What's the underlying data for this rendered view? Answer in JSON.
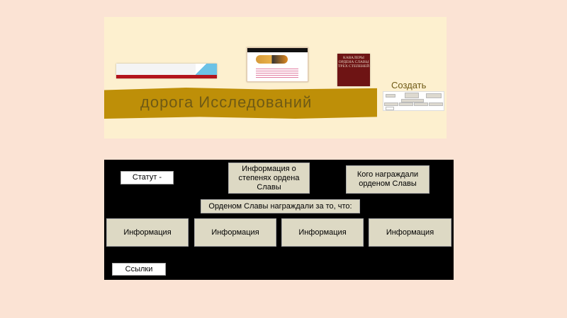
{
  "top_slide": {
    "road_label": "дорога Исследований",
    "create_label": "Создать",
    "book_title": "КАВАЛЕРЫ ОРДЕНА СЛАВЫ ТРЕХ СТЕПЕНЕЙ"
  },
  "bottom_slide": {
    "statute": "Статут -",
    "degrees_info": "Информация о степенях ордена Славы",
    "who_awarded": "Кого награждали орденом Славы",
    "awarded_for": "Орденом Славы награждали за то, что:",
    "info_boxes": [
      "Информация",
      "Информация",
      "Информация",
      "Информация"
    ],
    "links": "Ссылки"
  }
}
